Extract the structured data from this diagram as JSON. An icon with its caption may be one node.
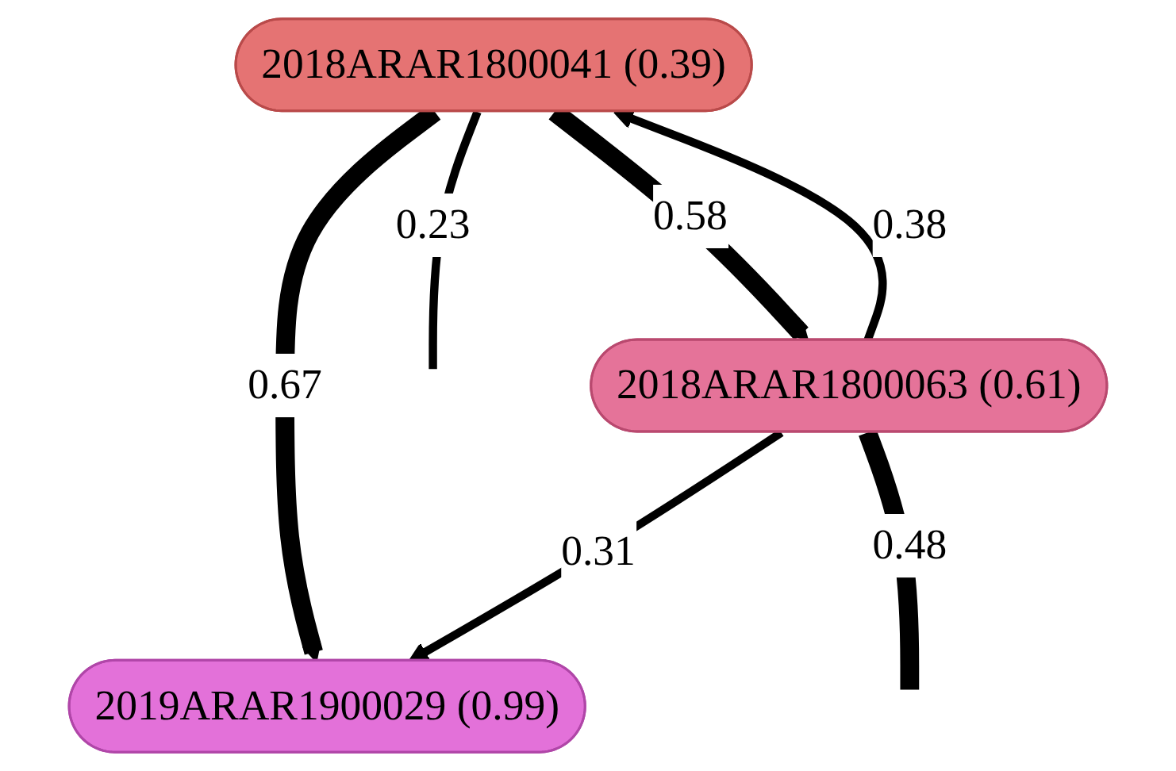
{
  "diagram": {
    "nodes": [
      {
        "text": [
          "2018ARAR1800041 (0.39)"
        ]
      },
      {
        "text": [
          "2018ARAR1800063 (0.61)"
        ]
      },
      {
        "text": [
          "2019ARAR1900029 (0.99)"
        ]
      }
    ],
    "edges": [
      {
        "from": 1,
        "to": 0,
        "arrow": "to",
        "label": "0.38"
      },
      {
        "from": 0,
        "to": 1,
        "arrow": "to",
        "label": "0.58",
        "style": "thick"
      },
      {
        "from": 0,
        "to": 2,
        "arrow": "to",
        "label": "0.67",
        "style": "thick"
      },
      {
        "from": 0,
        "to": null,
        "arrow": "none",
        "label": "0.23"
      },
      {
        "from": 1,
        "to": 2,
        "arrow": "to",
        "label": "0.31"
      },
      {
        "from": 1,
        "to": null,
        "arrow": "none",
        "label": "0.48",
        "style": "thick"
      }
    ]
  }
}
